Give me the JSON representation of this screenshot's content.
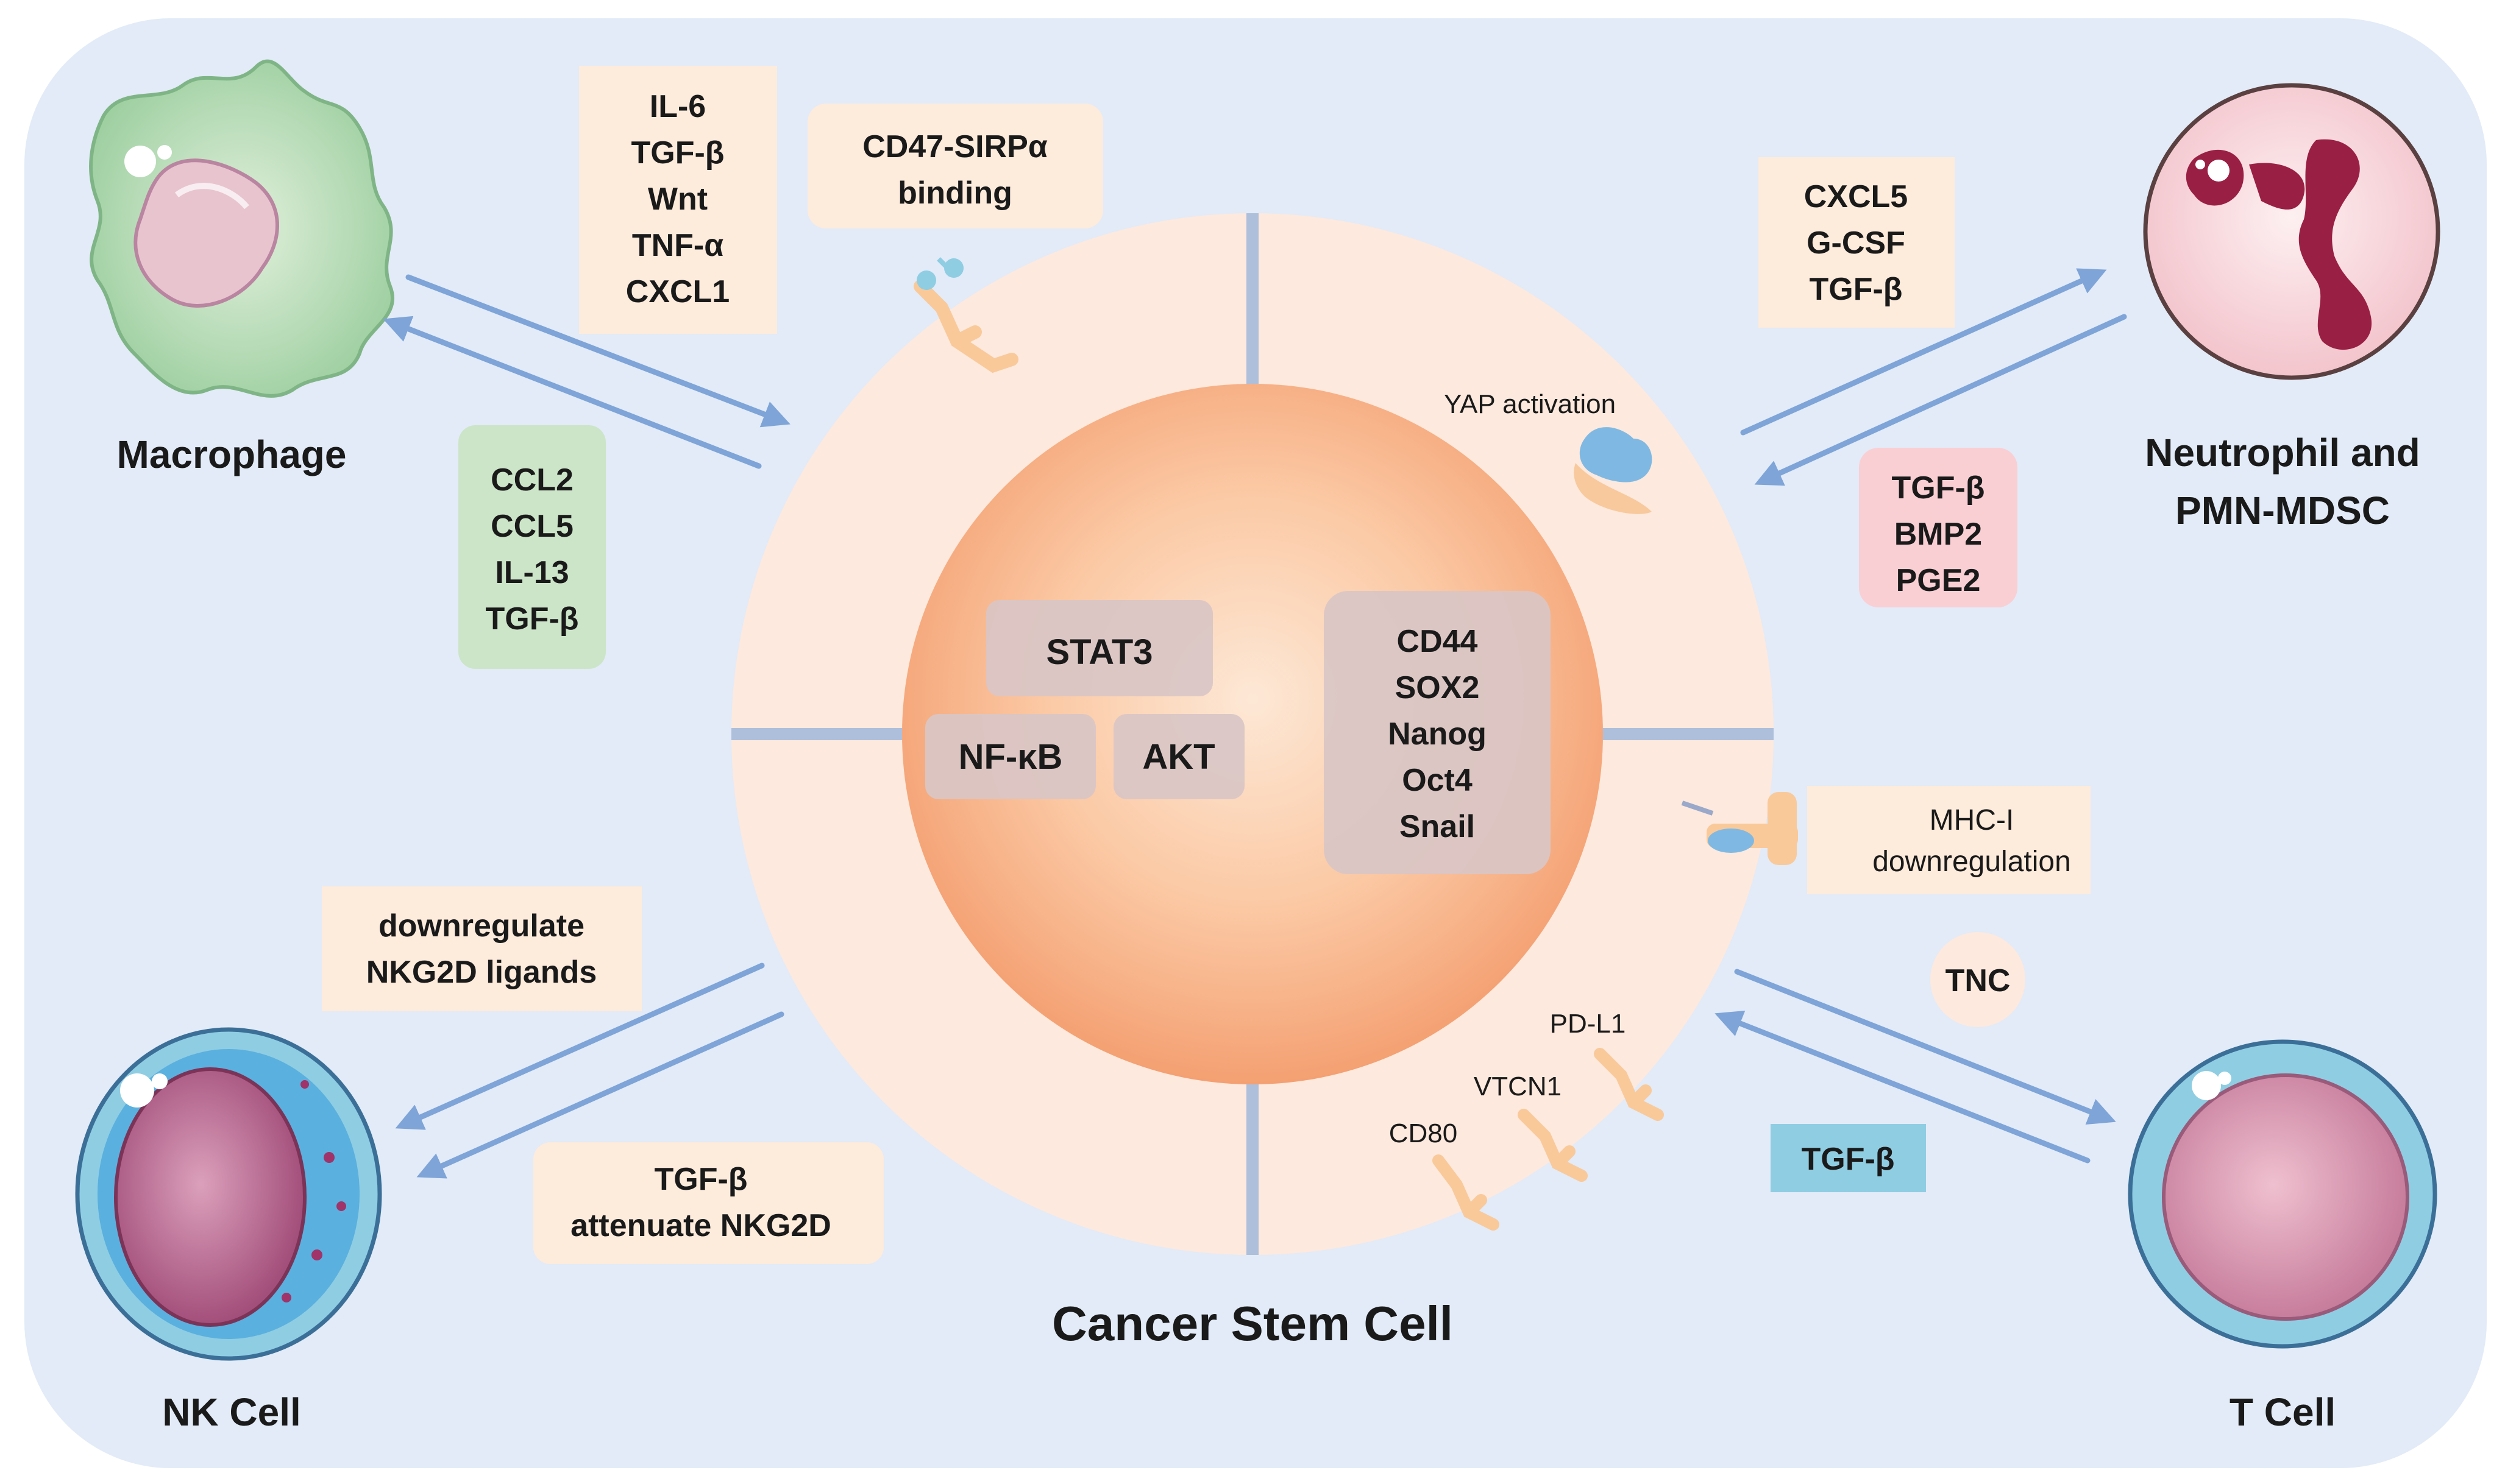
{
  "title": "Cancer Stem Cell",
  "cells": {
    "macrophage": "Macrophage",
    "neutrophil": [
      "Neutrophil and",
      "PMN-MDSC"
    ],
    "nk": "NK Cell",
    "tcell": "T Cell"
  },
  "macrophage_secreted": [
    "IL-6",
    "TGF-β",
    "Wnt",
    "TNF-α",
    "CXCL1"
  ],
  "macrophage_recruit": [
    "CCL2",
    "CCL5",
    "IL-13",
    "TGF-β"
  ],
  "cd47": [
    "CD47-SIRPα",
    "binding"
  ],
  "neutrophil_recruit": [
    "CXCL5",
    "G-CSF",
    "TGF-β"
  ],
  "neutrophil_secreted": [
    "TGF-β",
    "BMP2",
    "PGE2"
  ],
  "yap": "YAP activation",
  "nk_downregulate": [
    "downregulate",
    "NKG2D ligands"
  ],
  "nk_tgfb": [
    "TGF-β",
    "attenuate NKG2D"
  ],
  "mhc": [
    "MHC-I",
    "downregulation"
  ],
  "tnc": "TNC",
  "tcell_tgfb": "TGF-β",
  "ligands": {
    "pdl1": "PD-L1",
    "vtcn1": "VTCN1",
    "cd80": "CD80"
  },
  "core": {
    "stat3": "STAT3",
    "nfkb": "NF-κB",
    "akt": "AKT",
    "markers": [
      "CD44",
      "SOX2",
      "Nanog",
      "Oct4",
      "Snail"
    ]
  },
  "colors": {
    "background": "#e2ebf7",
    "outer_ring": "#fde9dd",
    "core_center": "#fde3cc",
    "core_edge": "#f6a677",
    "arrow": "#7ea4d8"
  }
}
